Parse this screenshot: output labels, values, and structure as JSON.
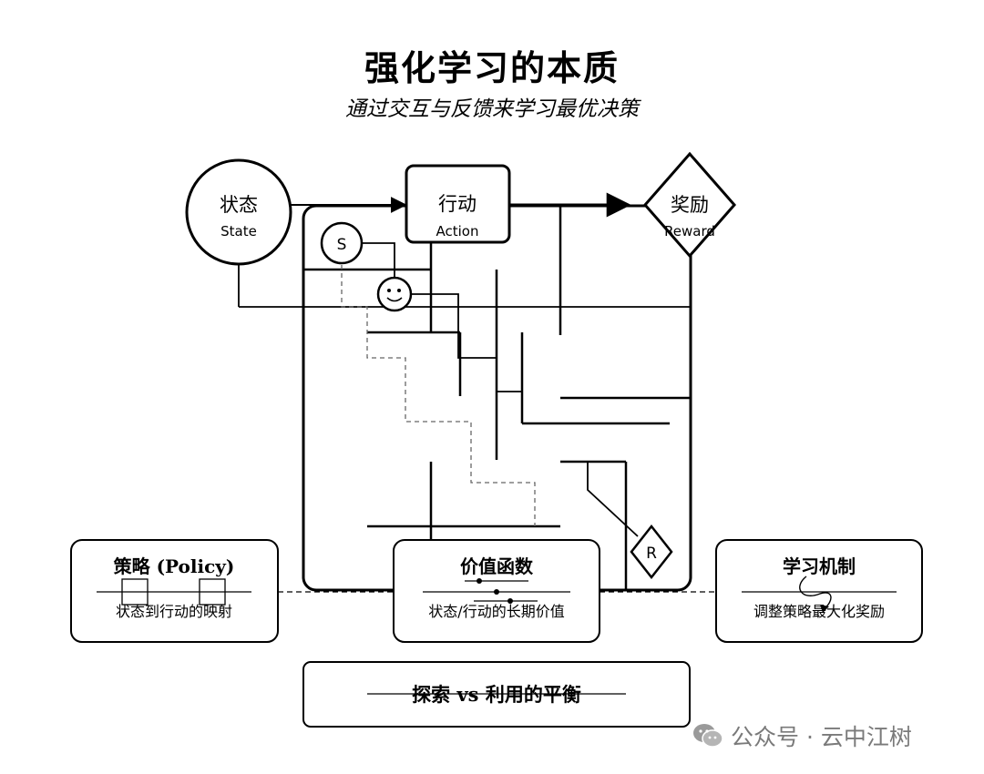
{
  "header": {
    "title": "强化学习的本质",
    "subtitle": "通过交互与反馈来学习最优决策"
  },
  "nodes": {
    "state": {
      "label_zh": "状态",
      "label_en": "State"
    },
    "action": {
      "label_zh": "行动",
      "label_en": "Action"
    },
    "reward": {
      "label_zh": "奖励",
      "label_en": "Reward"
    }
  },
  "maze": {
    "start_marker": "S",
    "goal_marker": "R"
  },
  "cards": {
    "policy": {
      "title": "策略 (Policy)",
      "desc": "状态到行动的映射"
    },
    "value": {
      "title": "价值函数",
      "desc": "状态/行动的长期价值"
    },
    "learning": {
      "title": "学习机制",
      "desc": "调整策略最大化奖励"
    }
  },
  "footer": {
    "balance": "探索 vs 利用的平衡"
  },
  "watermark": {
    "text": "公众号 · 云中江树",
    "icon": "wechat-icon"
  }
}
